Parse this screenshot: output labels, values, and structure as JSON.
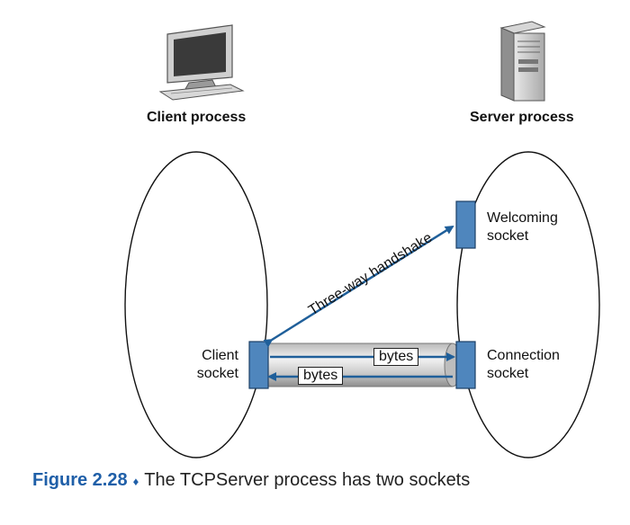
{
  "client": {
    "title": "Client process",
    "socket_line1": "Client",
    "socket_line2": "socket"
  },
  "server": {
    "title": "Server process",
    "welcoming_line1": "Welcoming",
    "welcoming_line2": "socket",
    "connection_line1": "Connection",
    "connection_line2": "socket"
  },
  "handshake_label": "Three-way handshake",
  "pipe": {
    "bytes_right": "bytes",
    "bytes_left": "bytes"
  },
  "caption": {
    "figure": "Figure 2.28",
    "separator": "♦",
    "text": "The TCPServer process has two sockets"
  },
  "colors": {
    "socket_fill": "#4f86bd",
    "arrow": "#1f5f9a",
    "caption_accent": "#1f5fa8"
  }
}
